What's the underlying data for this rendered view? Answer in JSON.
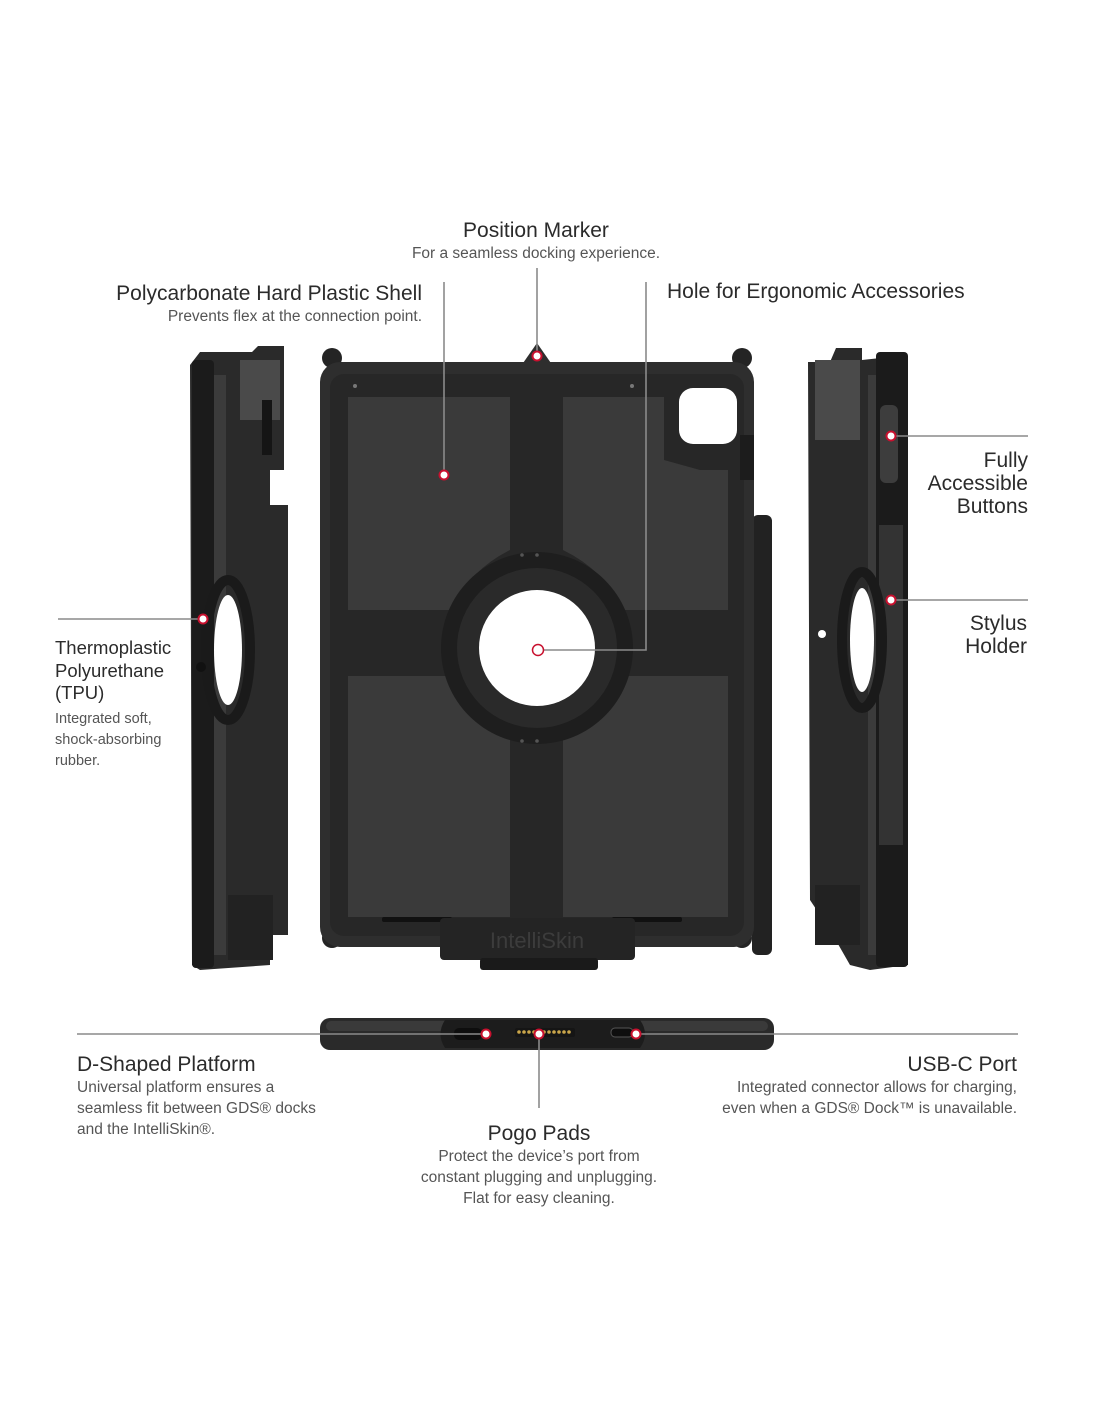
{
  "colors": {
    "accent": "#c8102e",
    "line": "#8a8a8a",
    "case": "#2e2e2e",
    "case_panel": "#3a3a3a",
    "case_edge": "#1c1c1c"
  },
  "embossed_text": "IntelliSkin",
  "callouts": {
    "position_marker": {
      "title": "Position Marker",
      "desc": "For a seamless docking experience."
    },
    "shell": {
      "title": "Polycarbonate Hard Plastic Shell",
      "desc": "Prevents flex at the connection point."
    },
    "hole": {
      "title": "Hole for Ergonomic Accessories",
      "desc": ""
    },
    "buttons": {
      "title": "Fully\nAccessible\nButtons",
      "desc": ""
    },
    "stylus": {
      "title": "Stylus\nHolder",
      "desc": ""
    },
    "tpu": {
      "title": "Thermoplastic\nPolyurethane\n(TPU)",
      "desc": "Integrated soft, shock-absorbing rubber."
    },
    "d_shaped": {
      "title": "D-Shaped Platform",
      "desc": "Universal platform ensures a seamless fit between GDS® docks and the IntelliSkin®."
    },
    "usbc": {
      "title": "USB-C Port",
      "desc": "Integrated connector allows for charging,\neven when a GDS® Dock™ is unavailable."
    },
    "pogo": {
      "title": "Pogo Pads",
      "desc": "Protect the device’s port from\nconstant plugging and unplugging.\nFlat for easy cleaning."
    }
  }
}
